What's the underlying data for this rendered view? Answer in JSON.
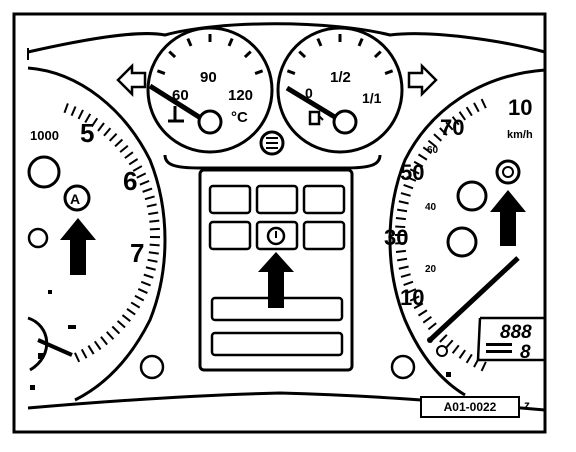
{
  "colors": {
    "ink": "#000000",
    "paper": "#ffffff"
  },
  "tachometer": {
    "scale_labels": [
      "1000",
      "5",
      "6",
      "7"
    ],
    "icon": "abs-warning-icon"
  },
  "temperature_gauge": {
    "labels": [
      "60",
      "90",
      "120",
      "°C"
    ],
    "icon": "coolant-temperature-icon"
  },
  "fuel_gauge": {
    "labels": [
      "0",
      "1/2",
      "1/1"
    ],
    "icon": "fuel-pump-icon"
  },
  "speedometer": {
    "scale_labels": [
      "10",
      "20",
      "30",
      "40",
      "50",
      "60",
      "70",
      "10",
      "km/h"
    ],
    "icon": "brake-warning-icon"
  },
  "odometer": {
    "digits": "888",
    "sub_digits": "8"
  },
  "center_panel": {
    "icon": "tyre-pressure-icon"
  },
  "headlight_icon": "main-beam-icon",
  "arrows": [
    "pointer-arrow-left",
    "pointer-arrow-center",
    "pointer-arrow-right"
  ],
  "reference": {
    "code": "A01-0022",
    "suffix": "z"
  }
}
